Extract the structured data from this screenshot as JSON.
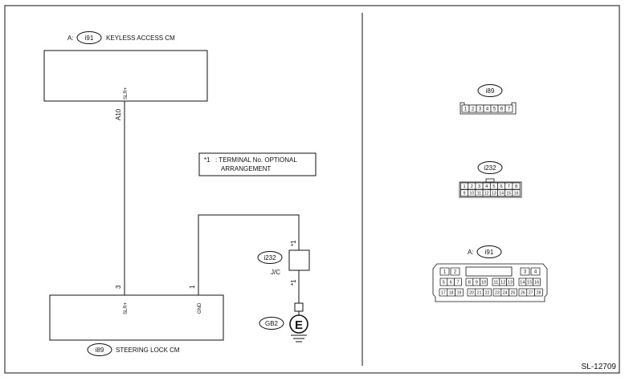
{
  "keyless": {
    "prefix": "A:",
    "tag": "i91",
    "name": "KEYLESS ACCESS CM",
    "pin_label": "SLR+",
    "wire_pin": "A10"
  },
  "steering": {
    "tag": "i89",
    "name": "STEERING LOCK CM",
    "pin_slr": "SLR+",
    "pin_gnd": "GND",
    "num_3": "3",
    "num_1": "1"
  },
  "note": {
    "mark": "*1",
    "line1": ": TERMINAL No. OPTIONAL",
    "line2": "ARRANGEMENT"
  },
  "jc": {
    "tag": "i232",
    "label": "J/C",
    "star_top": "*1",
    "star_bottom": "*1"
  },
  "ground": {
    "tag": "GB2",
    "symbol": "E"
  },
  "conn_i89": {
    "tag": "i89",
    "pins": [
      "1",
      "2",
      "3",
      "4",
      "5",
      "6",
      "7"
    ]
  },
  "conn_i232": {
    "tag": "i232",
    "row1": [
      "1",
      "2",
      "3",
      "4",
      "5",
      "6",
      "7",
      "8"
    ],
    "row2": [
      "9",
      "10",
      "11",
      "12",
      "13",
      "14",
      "15",
      "16"
    ]
  },
  "conn_i91": {
    "prefix": "A:",
    "tag": "i91",
    "row1_left": [
      "1",
      "2"
    ],
    "row1_right": [
      "3",
      "4"
    ],
    "row2": [
      "5",
      "6",
      "7",
      "8",
      "9",
      "10",
      "11",
      "12",
      "13",
      "14",
      "15",
      "16"
    ],
    "row3": [
      "17",
      "18",
      "19",
      "20",
      "21",
      "22",
      "23",
      "24",
      "25",
      "26",
      "27",
      "28"
    ]
  },
  "figure_id": "SL-12709"
}
